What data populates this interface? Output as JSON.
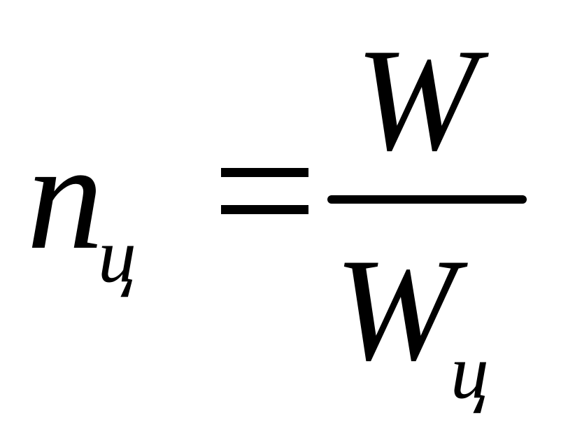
{
  "formula": {
    "lhs": {
      "variable": "n",
      "subscript": "ц"
    },
    "operator": "=",
    "rhs": {
      "numerator": "W",
      "denominator": {
        "variable": "W",
        "subscript": "ц"
      }
    }
  },
  "colors": {
    "text": "#000000",
    "background": "#ffffff"
  }
}
